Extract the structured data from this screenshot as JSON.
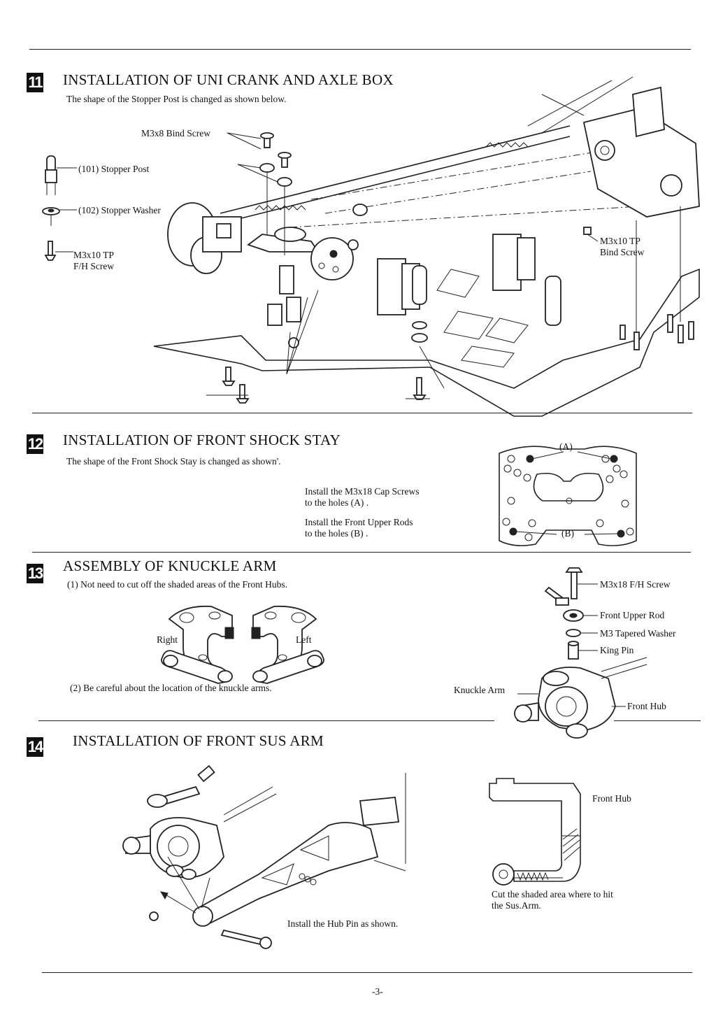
{
  "sections": [
    {
      "number": "11",
      "title": "INSTALLATION OF UNI CRANK AND AXLE BOX",
      "subtitle": "The shape of the Stopper Post is changed as shown below.",
      "labels": {
        "bind_screw": "M3x8 Bind Screw",
        "stopper_post": "(101) Stopper Post",
        "stopper_washer": "(102) Stopper Washer",
        "tp_fh_screw_line1": "M3x10 TP",
        "tp_fh_screw_line2": "F/H Screw",
        "tp_bind_screw_line1": "M3x10 TP",
        "tp_bind_screw_line2": "Bind Screw"
      }
    },
    {
      "number": "12",
      "title": "INSTALLATION OF FRONT SHOCK STAY",
      "subtitle": "The shape of the Front Shock Stay is changed as shown'.",
      "notes": [
        [
          "Install the M3x18 Cap Screws",
          "to the holes (A) ."
        ],
        [
          "Install the Front Upper Rods",
          "to the holes (B) ."
        ]
      ],
      "labels": {
        "hole_a": "(A)",
        "hole_b": "(B)"
      }
    },
    {
      "number": "13",
      "title": "ASSEMBLY OF KNUCKLE ARM",
      "step1": "(1) Not need to cut off the shaded areas of the Front Hubs.",
      "step2": "(2) Be careful about the location of the knuckle arms.",
      "labels": {
        "right": "Right",
        "left": "Left",
        "fh_screw": "M3x18 F/H Screw",
        "upper_rod": "Front Upper Rod",
        "tapered_washer": "M3 Tapered Washer",
        "king_pin": "King Pin",
        "knuckle_arm": "Knuckle Arm",
        "front_hub": "Front Hub"
      }
    },
    {
      "number": "14",
      "title": "INSTALLATION OF FRONT SUS ARM",
      "labels": {
        "hub_pin": "Install the Hub Pin as shown.",
        "front_hub": "Front Hub",
        "cut_note_line1": "Cut the shaded area where to hit",
        "cut_note_line2": "the Sus.Arm."
      }
    }
  ],
  "footer": {
    "page_number": "-3-"
  }
}
